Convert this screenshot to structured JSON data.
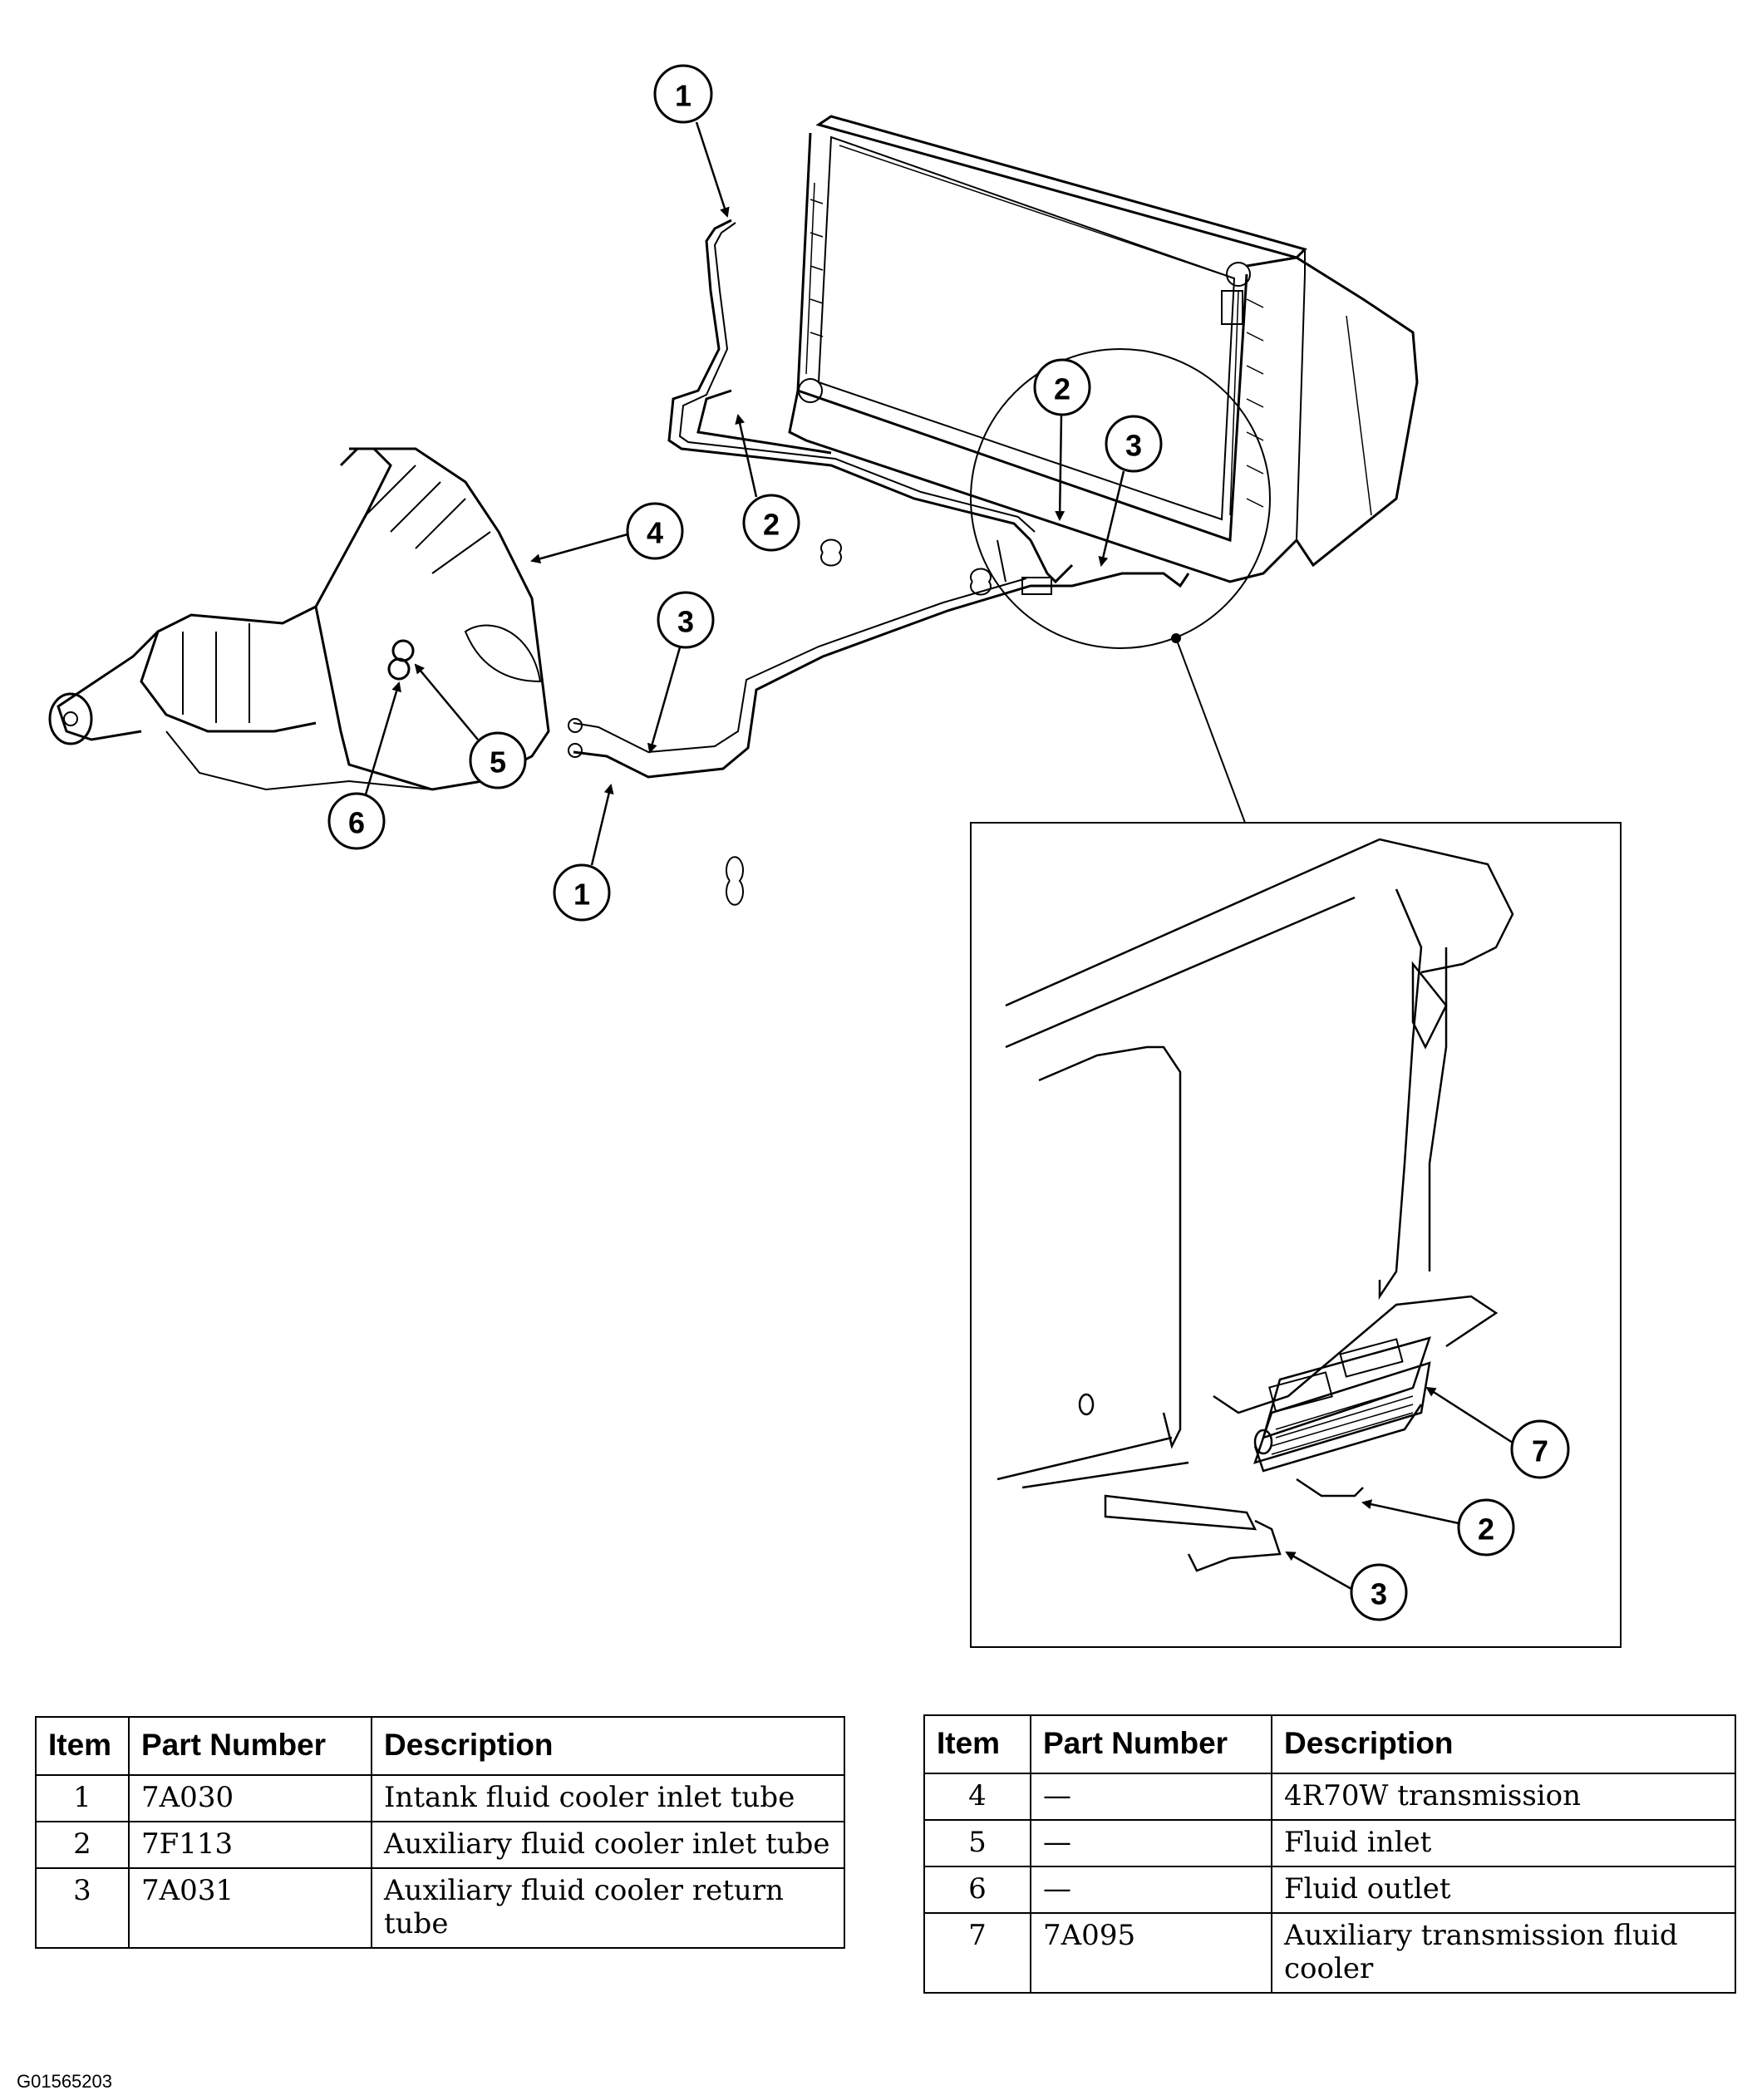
{
  "callouts": {
    "c1_top": "1",
    "c2_mid": "2",
    "c4": "4",
    "c2_circle": "2",
    "c3_circle": "3",
    "c3_mid": "3",
    "c5": "5",
    "c6": "6",
    "c1_bottom": "1",
    "c7_inset": "7",
    "c2_inset": "2",
    "c3_inset": "3"
  },
  "table_left": {
    "headers": {
      "item": "Item",
      "part": "Part Number",
      "desc": "Description"
    },
    "rows": [
      {
        "item": "1",
        "part": "7A030",
        "desc": "Intank fluid cooler inlet tube"
      },
      {
        "item": "2",
        "part": "7F113",
        "desc": "Auxiliary fluid cooler inlet tube"
      },
      {
        "item": "3",
        "part": "7A031",
        "desc": "Auxiliary fluid cooler return tube"
      }
    ]
  },
  "table_right": {
    "headers": {
      "item": "Item",
      "part": "Part Number",
      "desc": "Description"
    },
    "rows": [
      {
        "item": "4",
        "part": "—",
        "desc": "4R70W transmission"
      },
      {
        "item": "5",
        "part": "—",
        "desc": "Fluid inlet"
      },
      {
        "item": "6",
        "part": "—",
        "desc": "Fluid outlet"
      },
      {
        "item": "7",
        "part": "7A095",
        "desc": "Auxiliary transmission fluid cooler"
      }
    ]
  },
  "figure_code": "G01565203"
}
